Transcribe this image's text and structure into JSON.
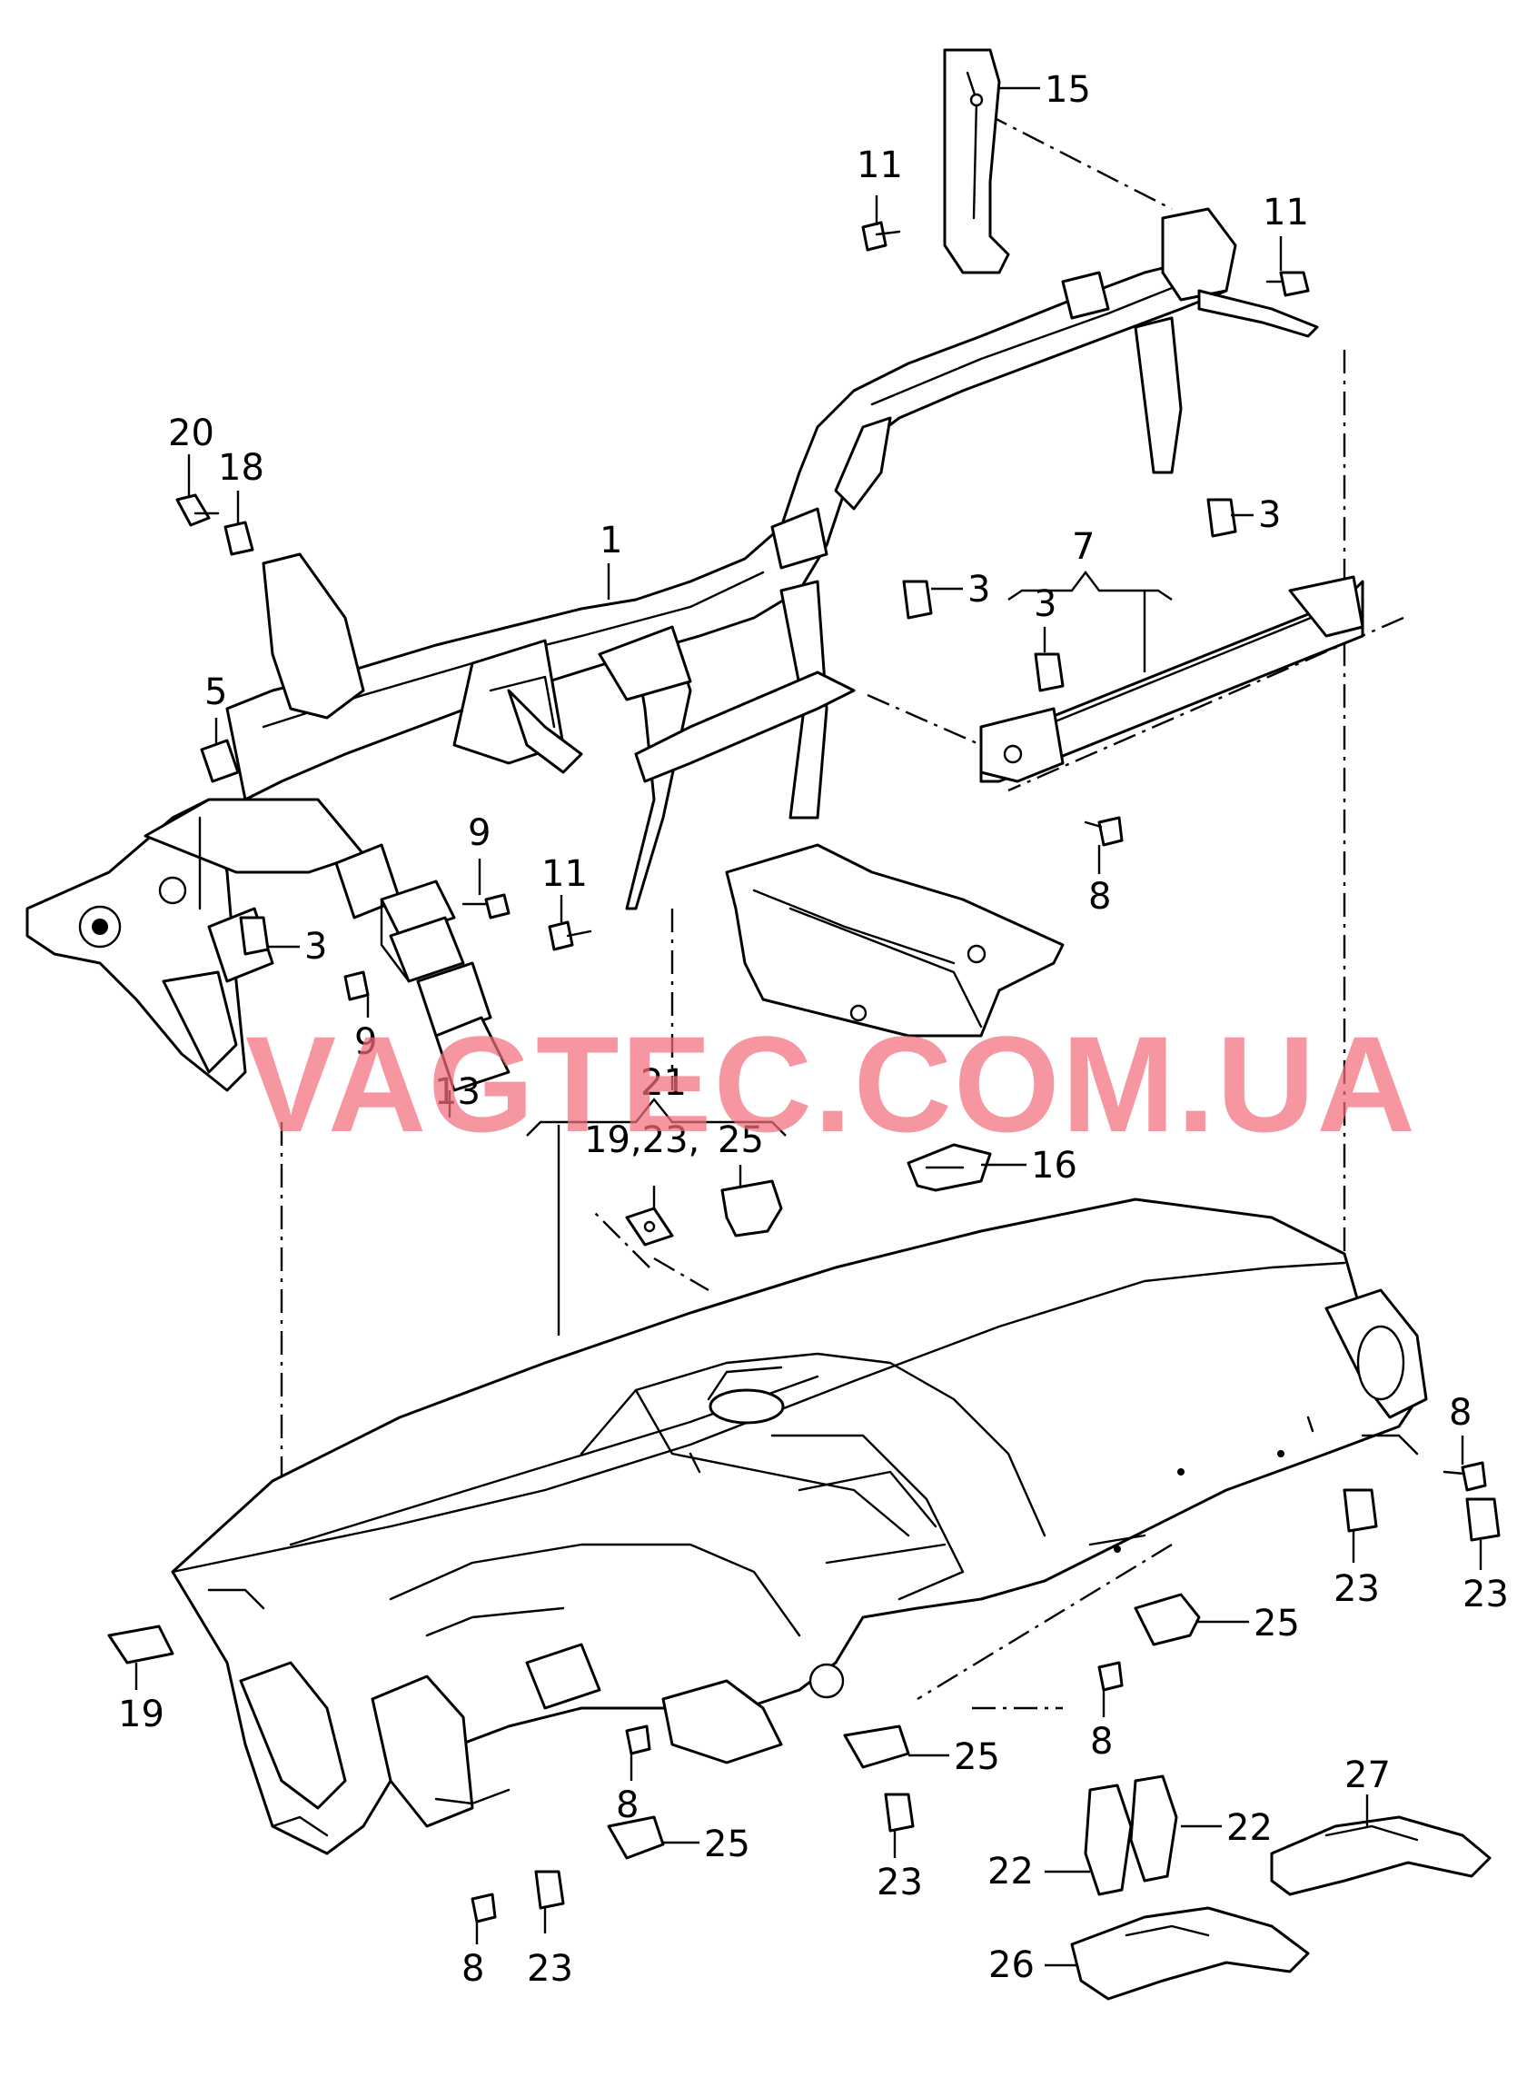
{
  "watermark": "VAGTEC.COM.UA",
  "labels": {
    "l1": "1",
    "l3a": "3",
    "l3b": "3",
    "l3c": "3",
    "l3d": "3",
    "l5": "5",
    "l7": "7",
    "l8a": "8",
    "l8b": "8",
    "l8c": "8",
    "l8d": "8",
    "l8e": "8",
    "l9a": "9",
    "l9b": "9",
    "l11a": "11",
    "l11b": "11",
    "l11c": "11",
    "l13": "13",
    "l15": "15",
    "l16": "16",
    "l18": "18",
    "l19": "19",
    "l19group": "19,23,",
    "l20": "20",
    "l21": "21",
    "l22a": "22",
    "l22b": "22",
    "l23a": "23",
    "l23b": "23",
    "l23c": "23",
    "l23d": "23",
    "l25a": "25",
    "l25b": "25",
    "l25c": "25",
    "l25d": "25",
    "l26": "26",
    "l27": "27"
  }
}
